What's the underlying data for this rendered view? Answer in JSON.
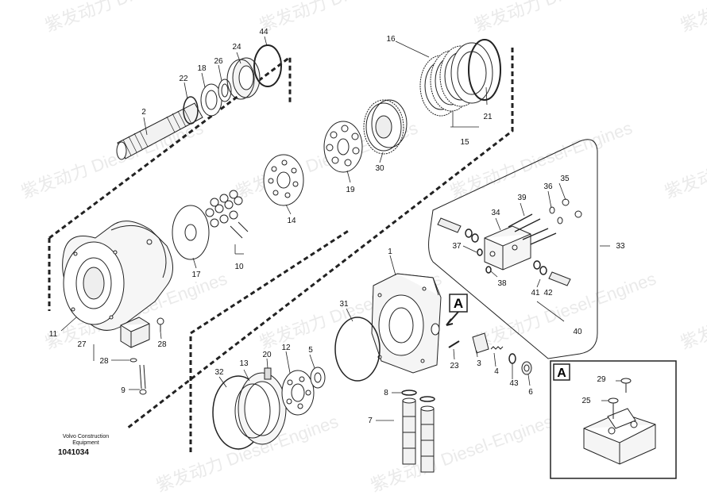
{
  "diagram": {
    "callouts": [
      "1",
      "2",
      "3",
      "4",
      "5",
      "6",
      "7",
      "8",
      "9",
      "10",
      "11",
      "12",
      "13",
      "14",
      "15",
      "16",
      "17",
      "18",
      "19",
      "20",
      "21",
      "22",
      "23",
      "24",
      "25",
      "26",
      "27",
      "28",
      "29",
      "30",
      "31",
      "32",
      "33",
      "34",
      "35",
      "36",
      "37",
      "38",
      "39",
      "40",
      "41",
      "42",
      "43",
      "44"
    ],
    "detail_letter": "A",
    "detail_letter_main": "A",
    "watermark_text": "紫发动力 Diesel-Engines",
    "caption_company": "Volvo Construction Equipment",
    "caption_doc_number": "1041034"
  },
  "colors": {
    "line": "#222222",
    "watermark": "#d9d9d9",
    "background": "#ffffff"
  }
}
